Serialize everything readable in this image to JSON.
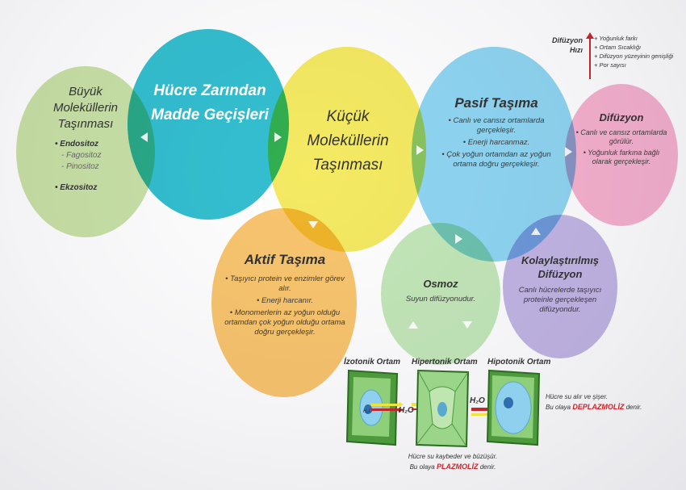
{
  "colors": {
    "big_mol": "#c9e2a6",
    "main": "#33bfd0",
    "small_mol": "#f5ea62",
    "passive": "#8fd6f2",
    "diffusion": "#f7b2cf",
    "active": "#f9c56e",
    "osmosis": "#c4e8b9",
    "facilitated": "#c3b6e5",
    "accent_red": "#d81f26",
    "arrow_red": "#c0272d"
  },
  "big_molecules": {
    "title": "Büyük Moleküllerin Taşınması",
    "items": [
      "• Endositoz",
      "- Fagositoz",
      "- Pinositoz",
      "• Ekzositoz"
    ]
  },
  "main": {
    "title": "Hücre Zarından Madde Geçişleri"
  },
  "small_molecules": {
    "title": "Küçük Moleküllerin Taşınması"
  },
  "passive": {
    "title": "Pasif Taşıma",
    "items": [
      "• Canlı ve cansız ortamlarda gerçekleşir.",
      "• Enerji harcanmaz.",
      "• Çok yoğun ortamdan az yoğun ortama doğru gerçekleşir."
    ]
  },
  "diffusion": {
    "title": "Difüzyon",
    "items": [
      "• Canlı ve cansız ortamlarda görülür.",
      "• Yoğunluk farkına bağlı olarak gerçekleşir."
    ]
  },
  "diffusion_rate": {
    "label_line1": "Difüzyon",
    "label_line2": "Hızı",
    "factors": [
      "+ Yoğunluk farkı",
      "+ Ortam Sıcaklığı",
      "+ Difüzyon yüzeyinin genişliği",
      "+ Por sayısı"
    ]
  },
  "active": {
    "title": "Aktif Taşıma",
    "items": [
      "• Taşıyıcı protein ve enzimler görev alır.",
      "• Enerji harcanır.",
      "• Monomerlerin az yoğun olduğu ortamdan çok yoğun olduğu ortama doğru gerçekleşir."
    ]
  },
  "osmosis": {
    "title": "Osmoz",
    "desc": "Suyun difüzyonudur."
  },
  "facilitated": {
    "title": "Kolaylaştırılmış Difüzyon",
    "desc": "Canlı hücrelerde taşıyıcı proteinle gerçekleşen difüzyondur."
  },
  "cells": {
    "isotonic": "İzotonik Ortam",
    "hypertonic": "Hipertonik Ortam",
    "hypotonic": "Hipotonik Ortam",
    "h2o": "H₂O",
    "plasmolysis_line1": "Hücre su kaybeder ve büzüşür.",
    "plasmolysis_pre": "Bu olaya",
    "plasmolysis_word": "PLAZMOLİZ",
    "plasmolysis_post": "denir.",
    "deplasmolysis_line1": "Hücre su alır ve şişer.",
    "deplasmolysis_pre": "Bu olaya",
    "deplasmolysis_word": "DEPLAZMOLİZ",
    "deplasmolysis_post": "denir."
  }
}
